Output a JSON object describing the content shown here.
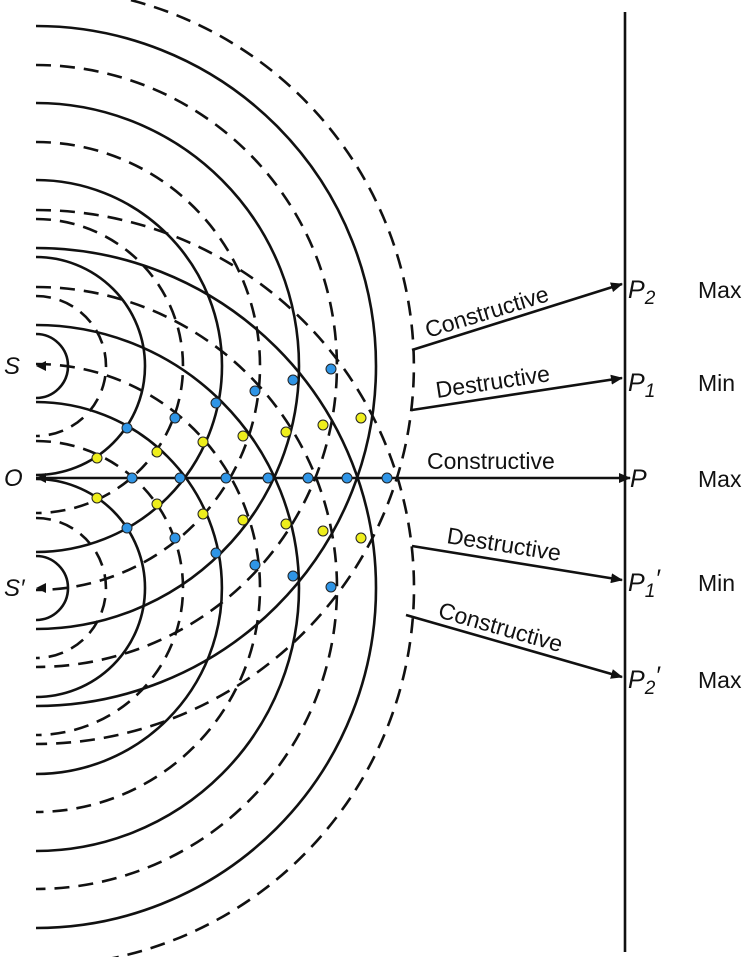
{
  "labels": {
    "source_top": "S",
    "origin": "O",
    "source_bottom": "S′"
  },
  "rays": [
    {
      "id": "p2",
      "wave": "Constructive",
      "point": "P",
      "sub": "2",
      "prime": "",
      "result": "Max"
    },
    {
      "id": "p1",
      "wave": "Destructive",
      "point": "P",
      "sub": "1",
      "prime": "",
      "result": "Min"
    },
    {
      "id": "p",
      "wave": "Constructive",
      "point": "P",
      "sub": "",
      "prime": "",
      "result": "Max"
    },
    {
      "id": "p1-prime",
      "wave": "Destructive",
      "point": "P",
      "sub": "1",
      "prime": "′",
      "result": "Min"
    },
    {
      "id": "p2-prime",
      "wave": "Constructive",
      "point": "P",
      "sub": "2",
      "prime": "′",
      "result": "Max"
    }
  ],
  "colors": {
    "line": "#111111",
    "constructive_dot": "#2f95e6",
    "destructive_dot": "#eeee1c"
  }
}
